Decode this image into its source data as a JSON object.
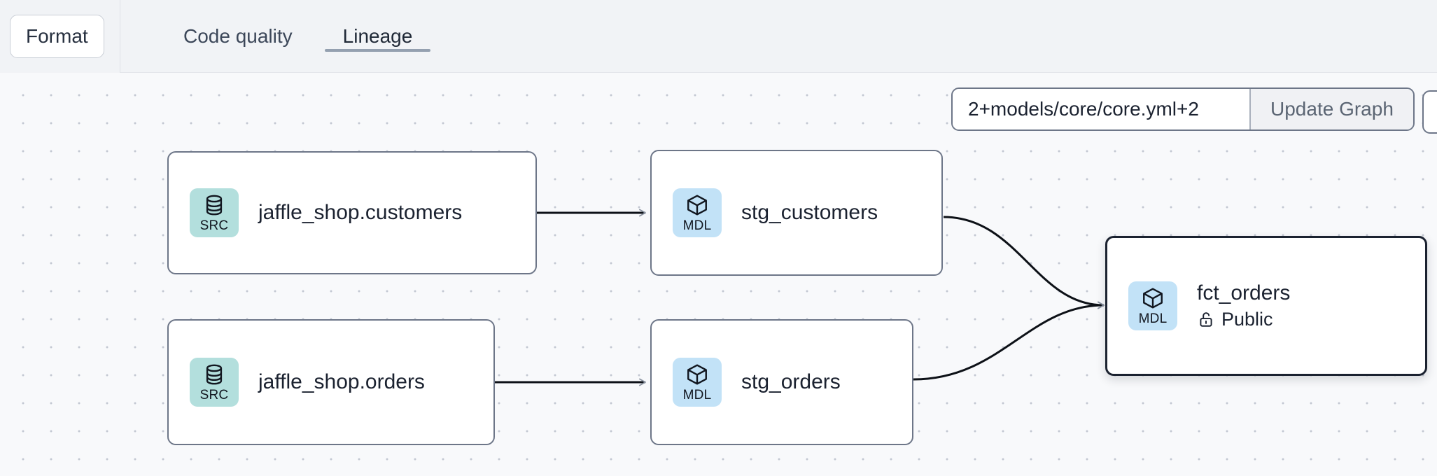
{
  "toolbar": {
    "format_label": "Format",
    "tabs": [
      {
        "label": "Code quality",
        "active": false
      },
      {
        "label": "Lineage",
        "active": true
      }
    ]
  },
  "controls": {
    "selector_value": "2+models/core/core.yml+2",
    "selector_placeholder": "2+models/core/core.yml+2",
    "update_label": "Update Graph"
  },
  "graph": {
    "nodes": [
      {
        "id": "jaffle_shop_customers",
        "title": "jaffle_shop.customers",
        "badge_type": "SRC",
        "badge_icon": "database-icon",
        "badge_color": "#b3dfdd",
        "selected": false,
        "access": null
      },
      {
        "id": "jaffle_shop_orders",
        "title": "jaffle_shop.orders",
        "badge_type": "SRC",
        "badge_icon": "database-icon",
        "badge_color": "#b3dfdd",
        "selected": false,
        "access": null
      },
      {
        "id": "stg_customers",
        "title": "stg_customers",
        "badge_type": "MDL",
        "badge_icon": "cube-icon",
        "badge_color": "#c2e2f7",
        "selected": false,
        "access": null
      },
      {
        "id": "stg_orders",
        "title": "stg_orders",
        "badge_type": "MDL",
        "badge_icon": "cube-icon",
        "badge_color": "#c2e2f7",
        "selected": false,
        "access": null
      },
      {
        "id": "fct_orders",
        "title": "fct_orders",
        "badge_type": "MDL",
        "badge_icon": "cube-icon",
        "badge_color": "#c2e2f7",
        "selected": true,
        "access": "Public",
        "access_icon": "unlock-icon"
      }
    ],
    "edges": [
      {
        "from": "jaffle_shop_customers",
        "to": "stg_customers"
      },
      {
        "from": "jaffle_shop_orders",
        "to": "stg_orders"
      },
      {
        "from": "stg_customers",
        "to": "fct_orders"
      },
      {
        "from": "stg_orders",
        "to": "fct_orders"
      }
    ]
  },
  "colors": {
    "canvas_background": "#f8f9fb",
    "grid_dot": "#c3c8d2",
    "node_border": "#6d7688",
    "node_border_selected": "#1b2230",
    "edge_stroke": "#0d1117",
    "tab_underline": "#94a0b0",
    "toolbar_background": "#f1f3f6"
  }
}
